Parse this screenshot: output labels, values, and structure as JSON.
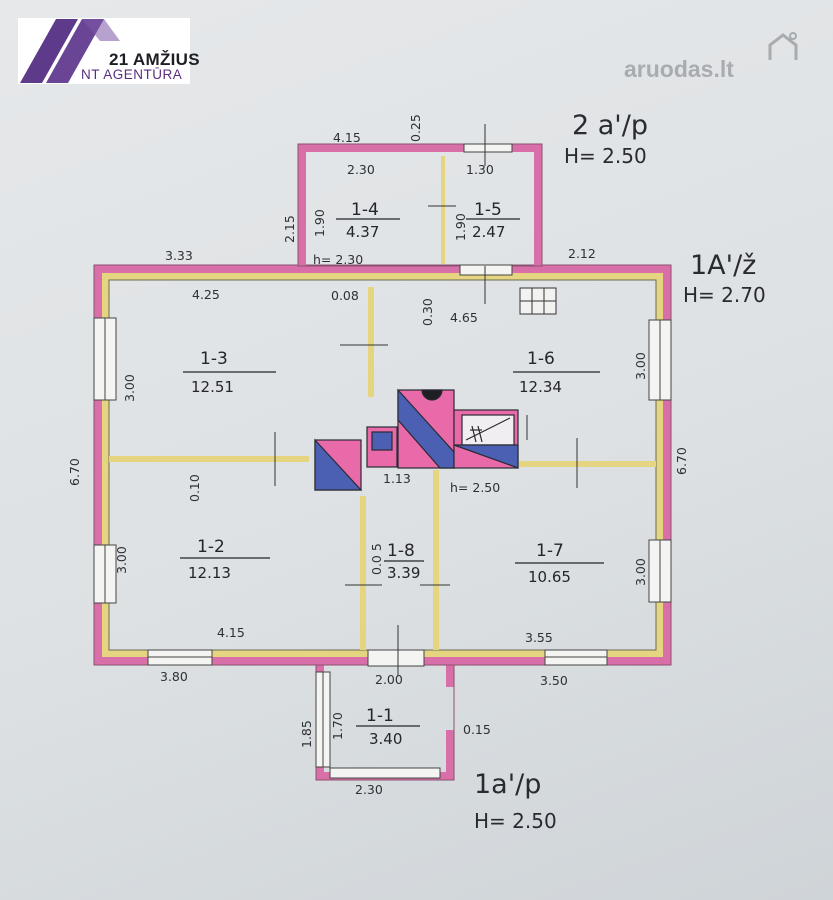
{
  "logo": {
    "title": "21 AMŽIUS",
    "subtitle": "NT AGENTŪRA"
  },
  "watermark": {
    "text": "aruodas.lt"
  },
  "colors": {
    "wall_outer": "#d96fa8",
    "wall_inner": "#e6d580",
    "stove_pink": "#e86aa8",
    "stove_blue": "#4b5fb3"
  },
  "rooms": [
    {
      "number": "1-1",
      "area": "3.40"
    },
    {
      "number": "1-2",
      "area": "12.13"
    },
    {
      "number": "1-3",
      "area": "12.51"
    },
    {
      "number": "1-4",
      "area": "4.37"
    },
    {
      "number": "1-5",
      "area": "2.47"
    },
    {
      "number": "1-6",
      "area": "12.34"
    },
    {
      "number": "1-7",
      "area": "10.65"
    },
    {
      "number": "1-8",
      "area": "3.39"
    }
  ],
  "annotations": {
    "annex_top": {
      "label": "2 a'/p",
      "height": "H= 2.50"
    },
    "main": {
      "label": "1A'/ž",
      "height": "H= 2.70"
    },
    "annex_bottom": {
      "label": "1a'/p",
      "height": "H= 2.50"
    },
    "h_top": "h= 2.30",
    "h_mid": "h= 2.50"
  },
  "dimensions": {
    "d_415_top": "4.15",
    "d_025": "0.25",
    "d_230_top": "2.30",
    "d_130": "1.30",
    "d_215": "2.15",
    "d_190_a": "1.90",
    "d_190_b": "1.90",
    "d_333": "3.33",
    "d_212": "2.12",
    "d_425": "4.25",
    "d_008": "0.08",
    "d_030": "0.30",
    "d_465": "4.65",
    "d_300_left_a": "3.00",
    "d_300_right_a": "3.00",
    "d_670_left": "6.70",
    "d_670_right": "6.70",
    "d_010": "0.10",
    "d_113": "1.13",
    "d_300_left_b": "3.00",
    "d_300_right_b": "3.00",
    "d_0_0_5": "0.0 5",
    "d_415_bottom": "4.15",
    "d_355": "3.55",
    "d_380": "3.80",
    "d_200": "2.00",
    "d_350": "3.50",
    "d_185": "1.85",
    "d_170": "1.70",
    "d_015": "0.15",
    "d_230_bottom": "2.30"
  }
}
